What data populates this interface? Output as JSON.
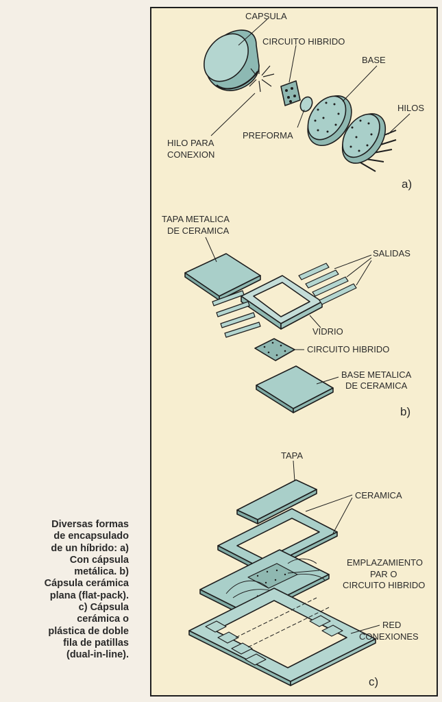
{
  "caption": {
    "lines": [
      "Diversas formas",
      "de encapsulado",
      "de un híbrido: a)",
      "Con cápsula",
      "metálica. b)",
      "Cápsula cerámica",
      "plana (flat-pack).",
      "c) Cápsula",
      "cerámica o",
      "plástica de doble",
      "fila de patillas",
      "(dual-in-line)."
    ]
  },
  "figure_a": {
    "label": "a)",
    "capsula": "CAPSULA",
    "circuito_hibrido": "CIRCUITO HIBRIDO",
    "base": "BASE",
    "hilos": "HILOS",
    "preforma": "PREFORMA",
    "hilo_para": "HILO PARA",
    "conexion": "CONEXION"
  },
  "figure_b": {
    "label": "b)",
    "tapa_line1": "TAPA METALICA",
    "tapa_line2": "DE CERAMICA",
    "salidas": "SALIDAS",
    "vidrio": "VIDRIO",
    "circuito_hibrido": "CIRCUITO HIBRIDO",
    "base_line1": "BASE METALICA",
    "base_line2": "DE CERAMICA"
  },
  "figure_c": {
    "label": "c)",
    "tapa": "TAPA",
    "ceramica": "CERAMICA",
    "emplazamiento_line1": "EMPLAZAMIENTO",
    "emplazamiento_line2": "PAR O",
    "emplazamiento_line3": "CIRCUITO HIBRIDO",
    "red": "RED",
    "conexiones": "CONEXIONES"
  },
  "colors": {
    "panel_background": "#f7eed0",
    "component_fill": "#a9cfc9",
    "component_dark": "#7fa9a3",
    "line": "#1e1e1e"
  }
}
